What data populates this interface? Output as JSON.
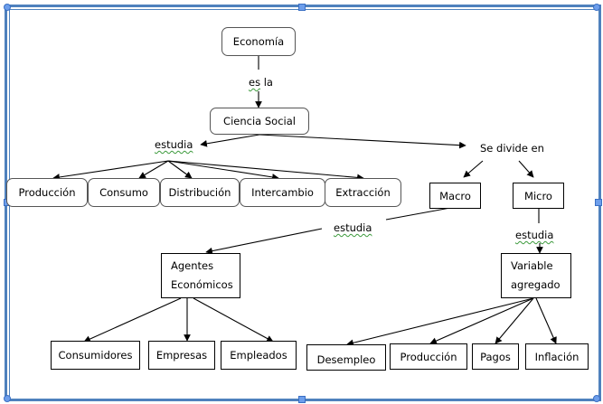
{
  "diagram": {
    "type": "concept-map",
    "nodes": {
      "economia": "Economía",
      "ciencia_social": "Ciencia Social",
      "produccion": "Producción",
      "consumo": "Consumo",
      "distribucion": "Distribución",
      "intercambio": "Intercambio",
      "extraccion": "Extracción",
      "macro": "Macro",
      "micro": "Micro",
      "agentes_1": "Agentes",
      "agentes_2": "Económicos",
      "variable_1": "Variable",
      "variable_2": "agregado",
      "consumidores": "Consumidores",
      "empresas": "Empresas",
      "empleados": "Empleados",
      "desempleo": "Desempleo",
      "produccion2": "Producción",
      "pagos": "Pagos",
      "inflacion": "Inflación"
    },
    "link_labels": {
      "es": "es",
      "la": "la",
      "estudia_1": "estudia",
      "se_divide_en": "Se divide en",
      "estudia_2": "estudia",
      "estudia_3": "estudia"
    },
    "edges": [
      [
        "economia",
        "ciencia_social",
        "es la"
      ],
      [
        "ciencia_social",
        "estudia_1"
      ],
      [
        "ciencia_social",
        "se_divide_en"
      ],
      [
        "estudia_1",
        "produccion"
      ],
      [
        "estudia_1",
        "consumo"
      ],
      [
        "estudia_1",
        "distribucion"
      ],
      [
        "estudia_1",
        "intercambio"
      ],
      [
        "estudia_1",
        "extraccion"
      ],
      [
        "se_divide_en",
        "macro"
      ],
      [
        "se_divide_en",
        "micro"
      ],
      [
        "macro",
        "agentes",
        "estudia"
      ],
      [
        "micro",
        "variable_agregado",
        "estudia"
      ],
      [
        "agentes",
        "consumidores"
      ],
      [
        "agentes",
        "empresas"
      ],
      [
        "agentes",
        "empleados"
      ],
      [
        "variable_agregado",
        "desempleo"
      ],
      [
        "variable_agregado",
        "produccion2"
      ],
      [
        "variable_agregado",
        "pagos"
      ],
      [
        "variable_agregado",
        "inflacion"
      ]
    ],
    "colors": {
      "frame": "#4f81bd",
      "handle": "#6d9eeb",
      "spellcheck_underline": "#3c9a3c"
    }
  }
}
